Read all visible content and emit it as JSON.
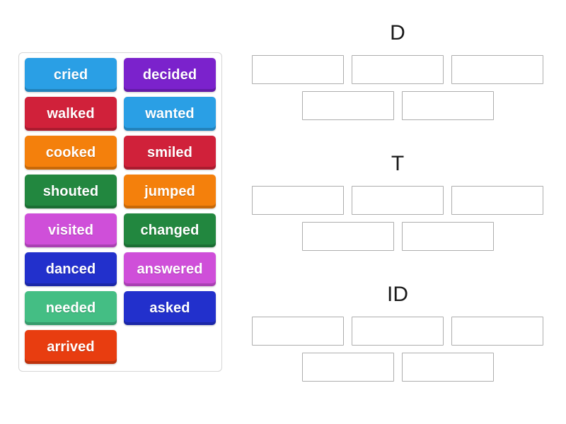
{
  "activity": {
    "type": "group-sort",
    "background_color": "#ffffff"
  },
  "word_bank": {
    "name": "word-bank",
    "border_color": "#d6d6d6",
    "columns": 2,
    "tiles": [
      {
        "label": "cried",
        "color": "#2a9fe5"
      },
      {
        "label": "decided",
        "color": "#7b22cc"
      },
      {
        "label": "walked",
        "color": "#d0213a"
      },
      {
        "label": "wanted",
        "color": "#2a9fe5"
      },
      {
        "label": "cooked",
        "color": "#f4800c"
      },
      {
        "label": "smiled",
        "color": "#d0213a"
      },
      {
        "label": "shouted",
        "color": "#22873f"
      },
      {
        "label": "jumped",
        "color": "#f4800c"
      },
      {
        "label": "visited",
        "color": "#cf4fd9"
      },
      {
        "label": "changed",
        "color": "#22873f"
      },
      {
        "label": "danced",
        "color": "#2230cc"
      },
      {
        "label": "answered",
        "color": "#cf4fd9"
      },
      {
        "label": "needed",
        "color": "#44be84"
      },
      {
        "label": "asked",
        "color": "#2230cc"
      },
      {
        "label": "arrived",
        "color": "#e83d10"
      }
    ]
  },
  "groups": [
    {
      "title": "D",
      "rows": [
        {
          "slots": [
            "",
            "",
            ""
          ]
        },
        {
          "slots": [
            "",
            ""
          ]
        }
      ]
    },
    {
      "title": "T",
      "rows": [
        {
          "slots": [
            "",
            "",
            ""
          ]
        },
        {
          "slots": [
            "",
            ""
          ]
        }
      ]
    },
    {
      "title": "ID",
      "rows": [
        {
          "slots": [
            "",
            "",
            ""
          ]
        },
        {
          "slots": [
            "",
            ""
          ]
        }
      ]
    }
  ]
}
